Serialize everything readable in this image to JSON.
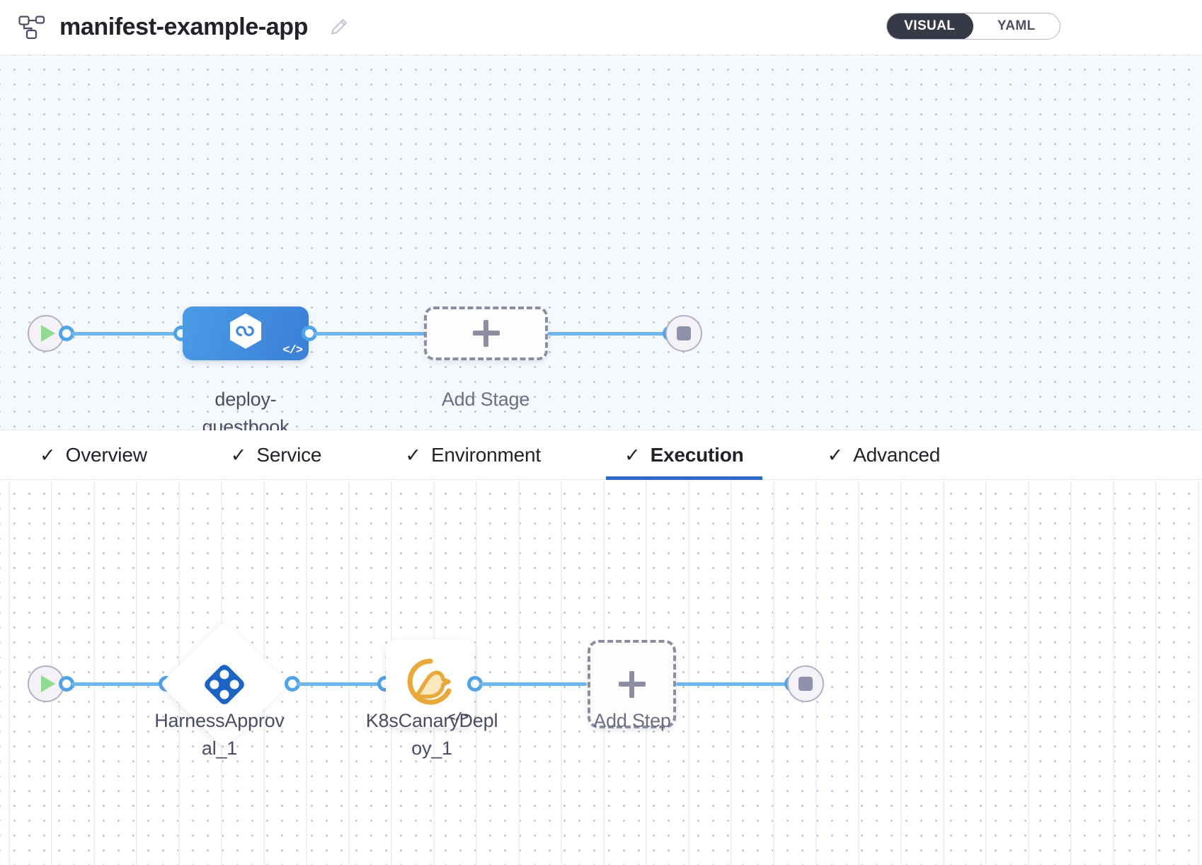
{
  "header": {
    "pipeline_icon": "pipeline-icon",
    "title": "manifest-example-app",
    "edit_icon": "pencil-edit-icon",
    "mode_toggle": {
      "options": [
        {
          "label": "VISUAL",
          "active": true
        },
        {
          "label": "YAML",
          "active": false
        }
      ]
    }
  },
  "stage_canvas": {
    "start_node": {
      "icon": "play-icon",
      "name": "pipeline-start"
    },
    "stage": {
      "label": "deploy-guestbook",
      "label_line1": "deploy-",
      "label_line2": "guestbook",
      "icon": "harness-deployment-hexagon-icon",
      "code_badge": "</>",
      "color": "#3f86dd"
    },
    "add_stage": {
      "label": "Add Stage",
      "icon": "plus-icon"
    },
    "end_node": {
      "icon": "stop-icon",
      "name": "pipeline-end"
    }
  },
  "tabs": [
    {
      "label": "Overview",
      "check": "✓",
      "active": false
    },
    {
      "label": "Service",
      "check": "✓",
      "active": false
    },
    {
      "label": "Environment",
      "check": "✓",
      "active": false
    },
    {
      "label": "Execution",
      "check": "✓",
      "active": true
    },
    {
      "label": "Advanced",
      "check": "✓",
      "active": false
    }
  ],
  "execution_canvas": {
    "start_node": {
      "icon": "play-icon",
      "name": "execution-start"
    },
    "steps": [
      {
        "label": "HarnessApproval_1",
        "label_line1": "HarnessApprov",
        "label_line2": "al_1",
        "icon": "harness-approval-diamond-icon",
        "shape": "diamond",
        "color": "#1b63c4"
      },
      {
        "label": "K8sCanaryDeploy_1",
        "label_line1": "K8sCanaryDepl",
        "label_line2": "oy_1",
        "icon": "canary-bird-icon",
        "shape": "square",
        "code_badge": "</>",
        "color": "#eba83a"
      }
    ],
    "add_step": {
      "label": "Add Step",
      "icon": "plus-icon"
    },
    "end_node": {
      "icon": "stop-icon",
      "name": "execution-end"
    }
  },
  "colors": {
    "accent_blue": "#2c6bc7",
    "edge_blue": "#6fb6ee",
    "stage_blue": "#3f86dd",
    "toggle_dark": "#383946",
    "canary_orange": "#eba83a"
  }
}
